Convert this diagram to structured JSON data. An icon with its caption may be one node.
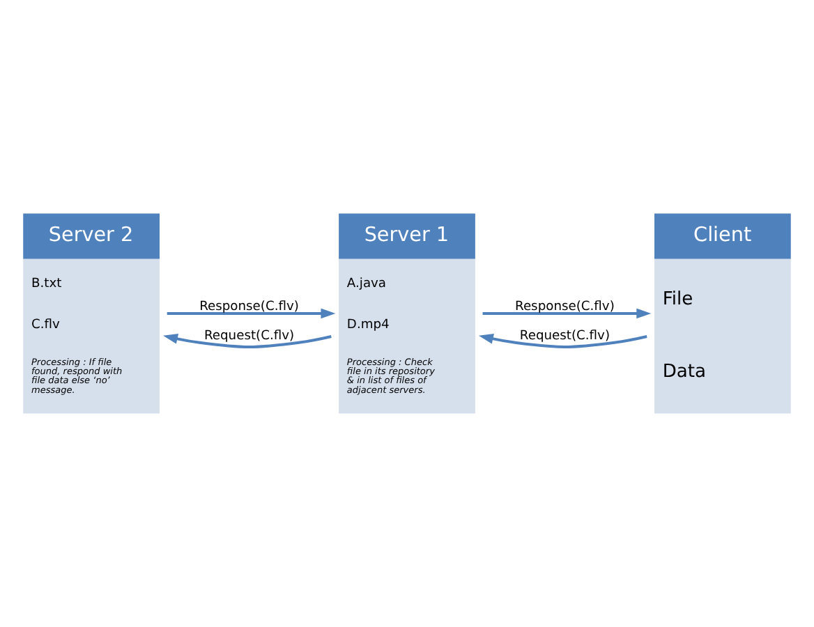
{
  "diagram": {
    "nodes": [
      {
        "text": [
          "Server 2",
          "B.txt",
          "C.flv",
          "Processing : If file found, respond with file data else ‘no’ message."
        ]
      },
      {
        "text": [
          "Server 1",
          "A.java",
          "D.mp4",
          "Processing : Check file in its repository & in list of files of adjacent servers."
        ]
      },
      {
        "text": [
          "Client",
          "File",
          "Data"
        ]
      }
    ],
    "edges": [
      {
        "from": 1,
        "to": 0,
        "arrow": "to",
        "label": "Request(C.flv)"
      },
      {
        "from": 2,
        "to": 1,
        "arrow": "to",
        "label": "Request(C.flv)"
      },
      {
        "from": 0,
        "to": 1,
        "arrow": "to",
        "label": "Response(C.flv)"
      },
      {
        "from": 1,
        "to": 2,
        "arrow": "to",
        "label": "Response(C.flv)"
      }
    ]
  }
}
